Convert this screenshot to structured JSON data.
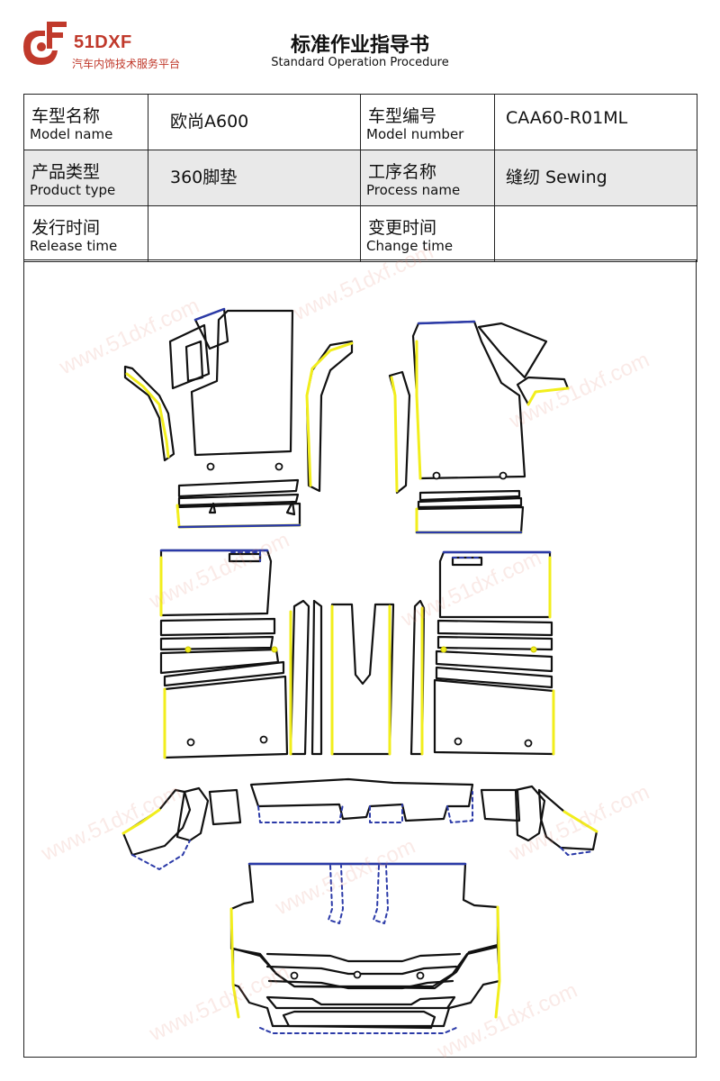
{
  "logo": {
    "brand": "51DXF",
    "tagline": "汽车内饰技术服务平台"
  },
  "header": {
    "title": "标准作业指导书",
    "subtitle": "Standard Operation Procedure"
  },
  "info": {
    "model_name": {
      "zh": "车型名称",
      "en": "Model name",
      "value": "欧尚A600"
    },
    "model_number": {
      "zh": "车型编号",
      "en": "Model number",
      "value": "CAA60-R01ML"
    },
    "product_type": {
      "zh": "产品类型",
      "en": "Product type",
      "value": "360脚垫"
    },
    "process_name": {
      "zh": "工序名称",
      "en": "Process name",
      "value": "缝纫 Sewing"
    },
    "release_time": {
      "zh": "发行时间",
      "en": "Release time",
      "value": ""
    },
    "change_time": {
      "zh": "变更时间",
      "en": "Change time",
      "value": ""
    }
  },
  "watermark": "www.51dxf.com",
  "colors": {
    "brand": "#c0392b",
    "outline": "#111111",
    "edge_yellow": "#f2ee1c",
    "edge_blue": "#2b3aa8"
  }
}
